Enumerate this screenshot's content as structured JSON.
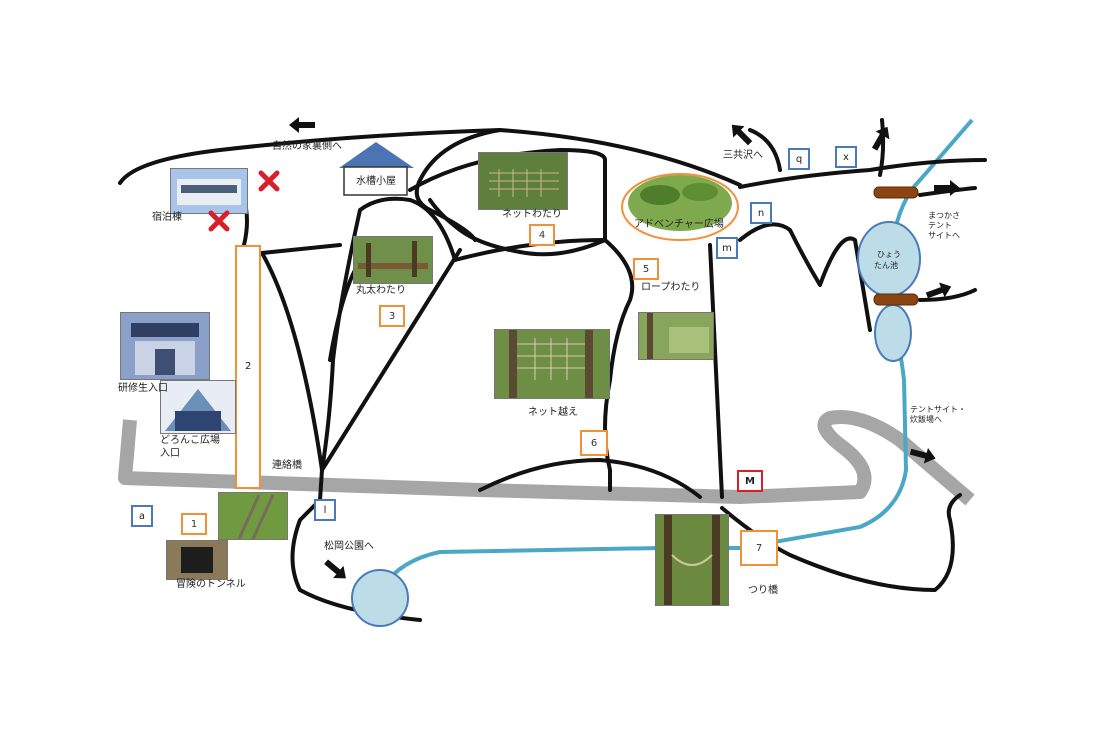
{
  "labels": {
    "nature_house": "自然の家裏側へ",
    "water_hut": "水槽小屋",
    "lodging": "宿泊棟",
    "trainee_entrance": "研修生入口",
    "doronko_entrance_1": "どろんこ広場",
    "doronko_entrance_2": "入口",
    "connecting_bridge": "連絡橋",
    "matsuoka_park": "松岡公園へ",
    "tunnel": "冒険のトンネル",
    "log_crossing": "丸太わたり",
    "net_crossing": "ネットわたり",
    "adventure_plaza": "アドベンチャー広場",
    "rope_crossing": "ロープわたり",
    "net_climb": "ネット越え",
    "suspension_bridge": "つり橋",
    "sankyozawa": "三共沢へ",
    "matsukasa_1": "まつかさ",
    "matsukasa_2": "テント",
    "matsukasa_3": "サイトへ",
    "hyotan_1": "ひょう",
    "hyotan_2": "たん池",
    "tent_site_1": "テントサイト・",
    "tent_site_2": "炊飯場へ"
  },
  "stations": {
    "s1": "1",
    "s2": "2",
    "s3": "3",
    "s4": "4",
    "s5": "5",
    "s6": "6",
    "s7": "7"
  },
  "points": {
    "a": "a",
    "l": "l",
    "m": "m",
    "n": "n",
    "q": "q",
    "x": "x",
    "M": "M"
  },
  "colors": {
    "trail": "#111111",
    "road": "#a6a6a6",
    "stream": "#4aa8c6",
    "pond": "#bcdde8",
    "station_border": "#f0913a",
    "point_border": "#4a7ab8",
    "closed_mark": "#d9202a"
  }
}
